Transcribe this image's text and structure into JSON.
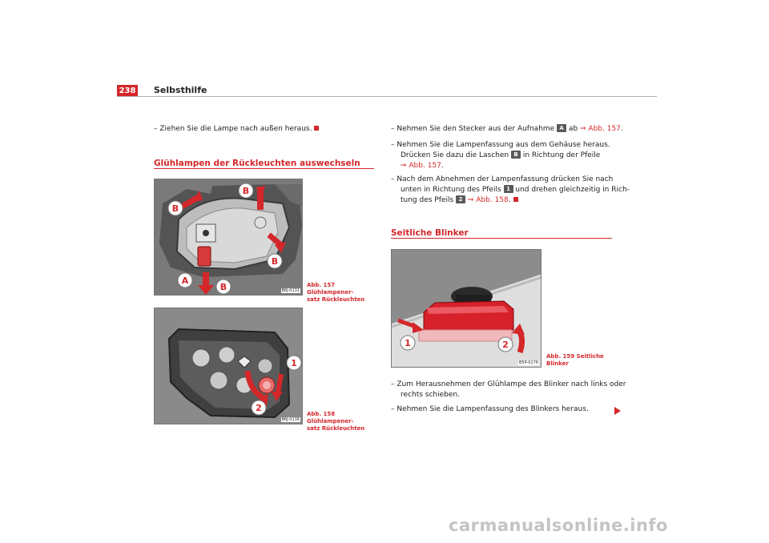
{
  "header": {
    "page_number": "238",
    "title": "Selbsthilfe"
  },
  "left_column": {
    "intro_item": "Ziehen Sie die Lampe nach außen heraus.",
    "section_title": "Glühlampen der Rückleuchten auswechseln",
    "figure_157": {
      "code": "B6J-0131",
      "caption_line1": "Abb. 157   Glühlampener-",
      "caption_line2": "satz Rückleuchten",
      "labels": [
        "B",
        "B",
        "B",
        "A",
        "B"
      ]
    },
    "figure_158": {
      "code": "B6J-0136",
      "caption_line1": "Abb. 158   Glühlampener-",
      "caption_line2": "satz Rückleuchten",
      "labels": [
        "1",
        "2"
      ]
    }
  },
  "right_column": {
    "item1": {
      "pre": "Nehmen Sie den Stecker aus der Aufnahme ",
      "badge": "A",
      "mid": " ab ",
      "ref": "⇒ Abb. 157",
      "post": "."
    },
    "item2": {
      "line1": "Nehmen Sie die Lampenfassung aus dem Gehäuse heraus.",
      "line2_pre": "Drücken Sie dazu die Laschen ",
      "badge": "B",
      "line2_post": " in Richtung der Pfeile",
      "ref": "⇒ Abb. 157",
      "post": "."
    },
    "item3": {
      "line1": "Nach dem Abnehmen der Lampenfassung drücken Sie nach",
      "line2_pre": "unten in Richtung des Pfeils ",
      "badge1": "1",
      "line2_post": " und drehen gleichzeitig in Rich-",
      "line3_pre": "tung des Pfeils ",
      "badge2": "2",
      "ref": " ⇒ Abb. 158",
      "post": "."
    },
    "section_title": "Seitliche Blinker",
    "figure_159": {
      "code": "B5P-0176",
      "caption_line1": "Abb. 159   Seitliche",
      "caption_line2": "Blinker",
      "labels": [
        "1",
        "2"
      ]
    },
    "item4": {
      "line1": "Zum Herausnehmen der Glühlampe des Blinker nach links oder",
      "line2": "rechts schieben."
    },
    "item5": "Nehmen Sie die Lampenfassung des Blinkers heraus."
  },
  "watermark": "carmanualsonline.info",
  "colors": {
    "accent": "#d4272a",
    "text": "#222222"
  }
}
